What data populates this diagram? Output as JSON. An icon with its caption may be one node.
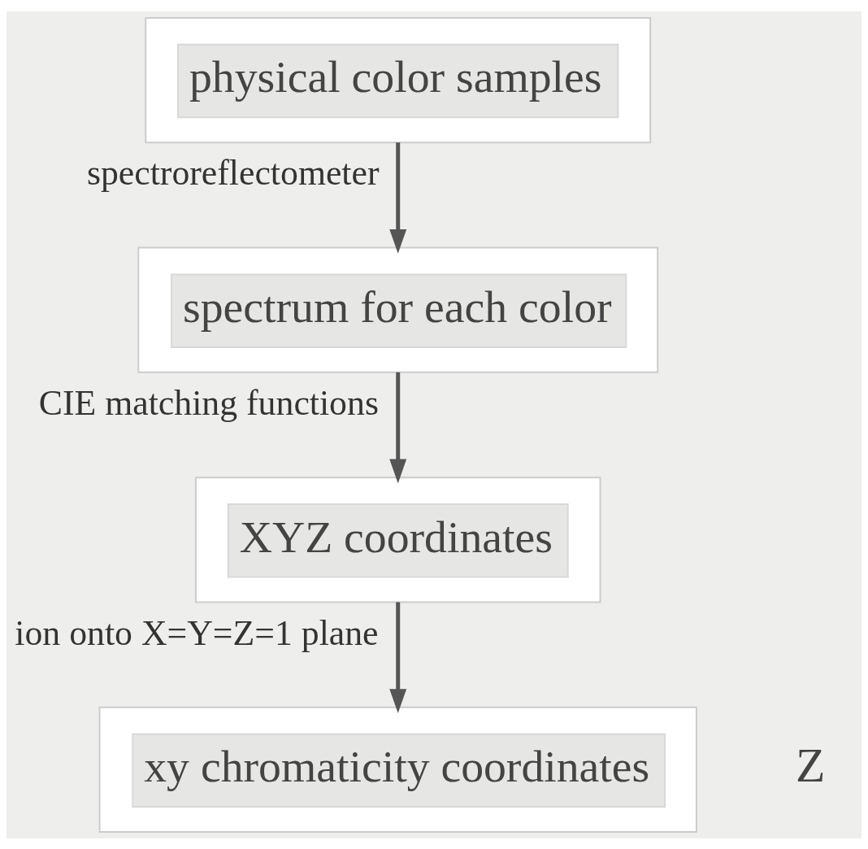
{
  "diagram": {
    "nodes": [
      {
        "text": [
          "physical color samples"
        ]
      },
      {
        "text": [
          "spectrum for each color"
        ]
      },
      {
        "text": [
          "XYZ coordinates"
        ]
      },
      {
        "text": [
          "xy chromaticity coordinates"
        ]
      }
    ],
    "edges": [
      {
        "from": 0,
        "to": 1,
        "arrow": "to",
        "label": "spectroreflectometer"
      },
      {
        "from": 1,
        "to": 2,
        "arrow": "to",
        "label": "CIE matching functions"
      },
      {
        "from": 2,
        "to": 3,
        "arrow": "to",
        "label": "ion onto X=Y=Z=1 plane"
      }
    ],
    "labels": [
      "Z"
    ]
  }
}
